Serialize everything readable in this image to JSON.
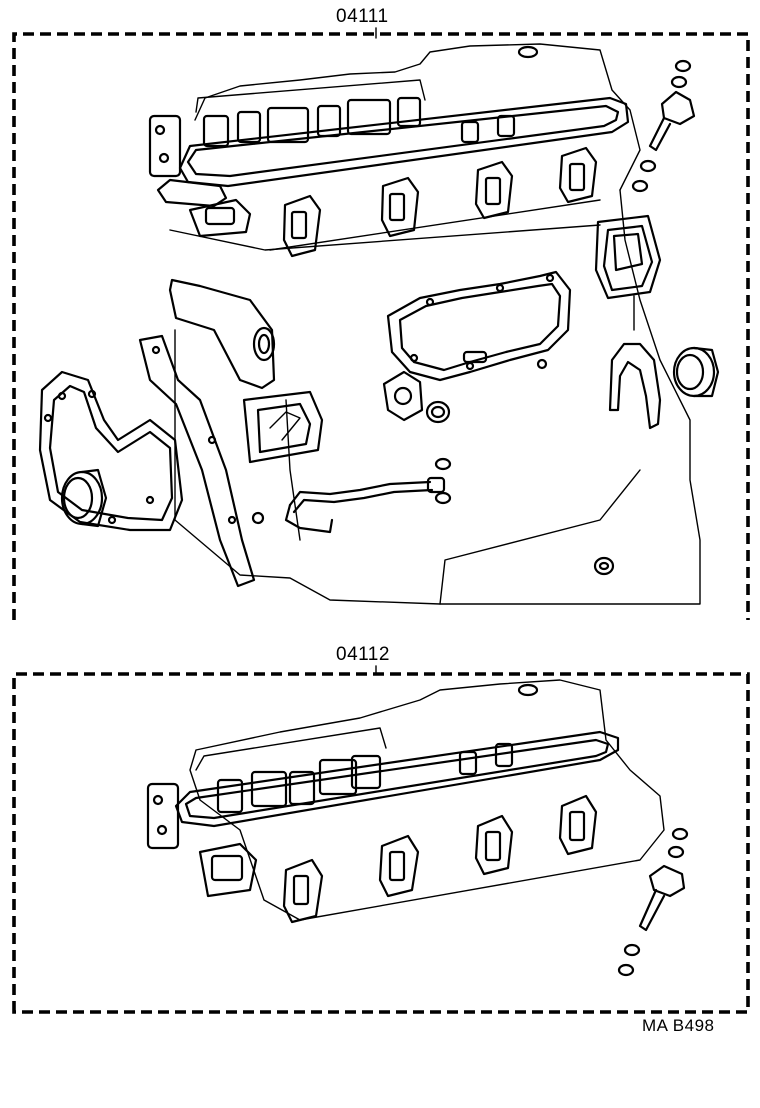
{
  "kits": [
    {
      "part_number": "04111"
    },
    {
      "part_number": "04112"
    }
  ],
  "drawing_code": "MA B498"
}
